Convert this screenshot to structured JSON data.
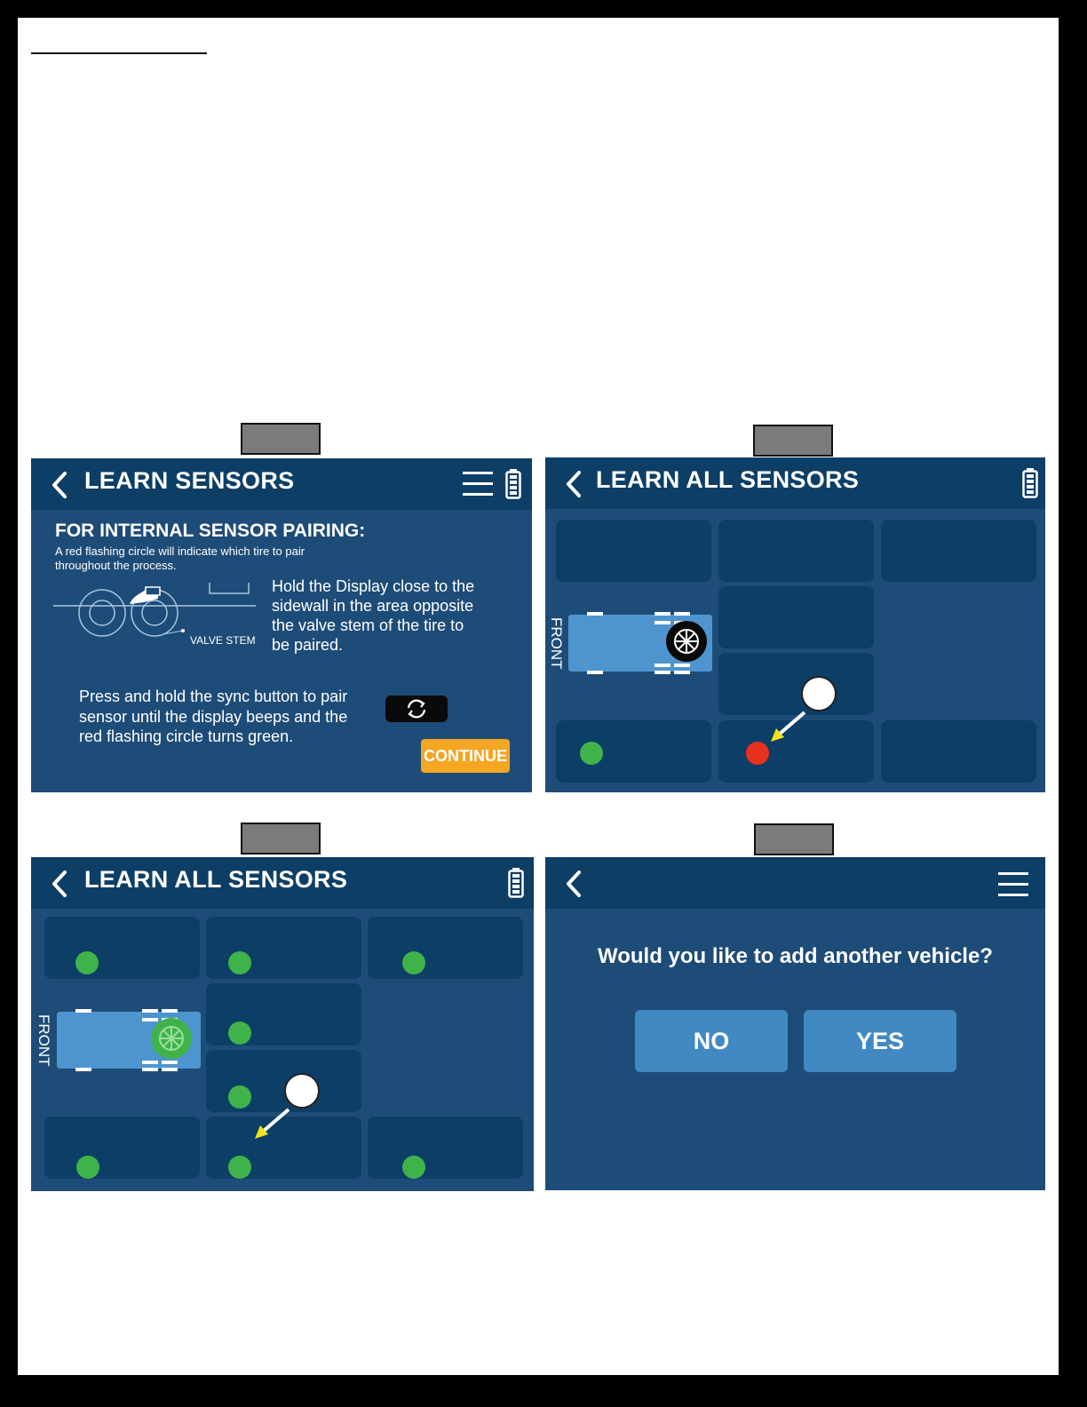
{
  "panel1": {
    "title": "LEARN SENSORS",
    "heading": "FOR INTERNAL SENSOR PAIRING:",
    "subtext_line1": "A red flashing circle will indicate which tire to pair",
    "subtext_line2": "throughout the process.",
    "valve_label": "VALVE STEM",
    "hold_line1": "Hold the Display close to the",
    "hold_line2": "sidewall in the area opposite",
    "hold_line3": "the valve stem of the tire to",
    "hold_line4": "be paired.",
    "press_line1": "Press and hold the sync button to pair",
    "press_line2": "sensor until the  display beeps and the",
    "press_line3": "red flashing circle turns green.",
    "continue_label": "CONTINUE",
    "icons": [
      "back-chevron-icon",
      "menu-icon",
      "battery-icon",
      "sync-icon",
      "tire-diagram-icon"
    ]
  },
  "panel2": {
    "title": "LEARN ALL SENSORS",
    "front_label": "FRONT",
    "dots": {
      "bottom_left": "green",
      "bottom_middle": "red"
    },
    "icons": [
      "back-chevron-icon",
      "battery-icon",
      "wheel-icon"
    ]
  },
  "panel3": {
    "title": "LEARN ALL SENSORS",
    "front_label": "FRONT",
    "dots": "all green",
    "icons": [
      "back-chevron-icon",
      "battery-icon",
      "wheel-icon"
    ]
  },
  "panel4": {
    "question": "Would you like to add another vehicle?",
    "no_label": "NO",
    "yes_label": "YES",
    "icons": [
      "back-chevron-icon",
      "menu-icon"
    ]
  },
  "colors": {
    "screen_bg": "#1e4c78",
    "bar_bg": "#0d3e66",
    "accent_orange": "#f5a623",
    "status_green": "#3fb34a",
    "status_red": "#e8321e",
    "button_blue": "#4289c4"
  }
}
